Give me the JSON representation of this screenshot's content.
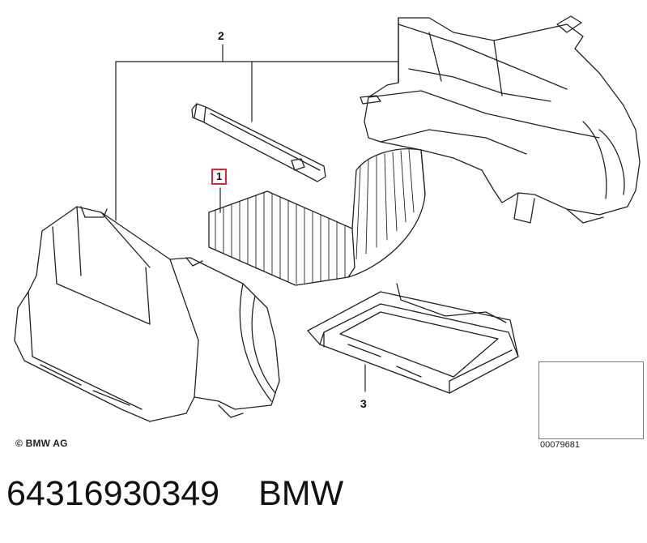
{
  "diagram": {
    "callouts": {
      "c1": "1",
      "c2": "2",
      "c3": "3"
    },
    "copyright": "© BMW AG",
    "reference_number": "00079681"
  },
  "caption": {
    "part_number": "64316930349",
    "brand": "BMW"
  },
  "colors": {
    "line": "#222222",
    "highlight_box": "#d9263a",
    "background": "#ffffff"
  }
}
